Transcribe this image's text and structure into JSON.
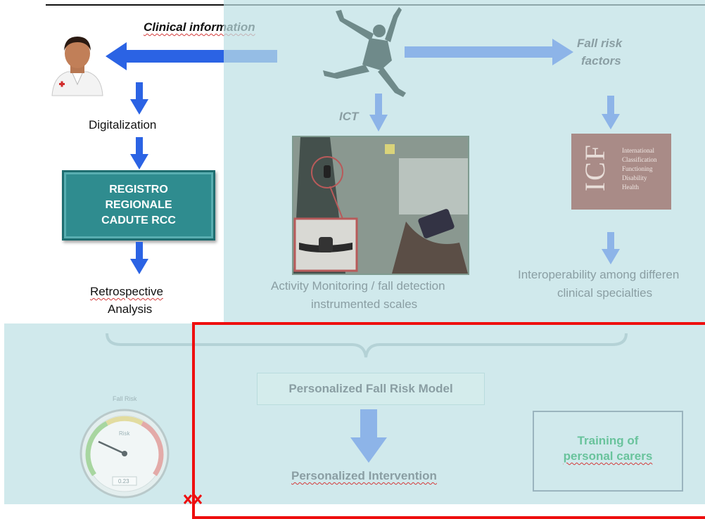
{
  "colors": {
    "flow_arrow": "#2b63e4",
    "faded_arrow": "#8db4e8",
    "registro_fill": "#2f8c8f",
    "overlay_teal": "#bee1e4",
    "highlight_red": "#ee0f0f",
    "training_text": "#69c39c"
  },
  "icons": [
    "doctor-icon",
    "falling-person-icon",
    "sensor-device-icon",
    "tablet-icon",
    "gauge-icon"
  ],
  "left_column": {
    "clinical_info": "Clinical information",
    "digitalization": "Digitalization",
    "registro_lines": [
      "REGISTRO",
      "REGIONALE",
      "CADUTE RCC"
    ],
    "retro_line1": "Retrospective",
    "retro_line2": "Analysis"
  },
  "top_right": {
    "fall_risk_line1": "Fall risk",
    "fall_risk_line2": "factors",
    "ict": "ICT",
    "activity_line1": "Activity Monitoring / fall detection",
    "activity_line2": "instrumented scales",
    "interop_line1": "Interoperability among differen",
    "interop_line2": "clinical specialties",
    "icf_letters": "ICF",
    "icf_text": [
      "International",
      "Classification",
      "Functioning",
      "Disability",
      "Health"
    ]
  },
  "bottom": {
    "gauge_title": "Fall Risk",
    "gauge_label": "Risk",
    "gauge_value": "0.23",
    "model": "Personalized Fall Risk Model",
    "intervention": "Personalized Intervention",
    "training_line1": "Training of",
    "training_line2": "personal carers"
  }
}
